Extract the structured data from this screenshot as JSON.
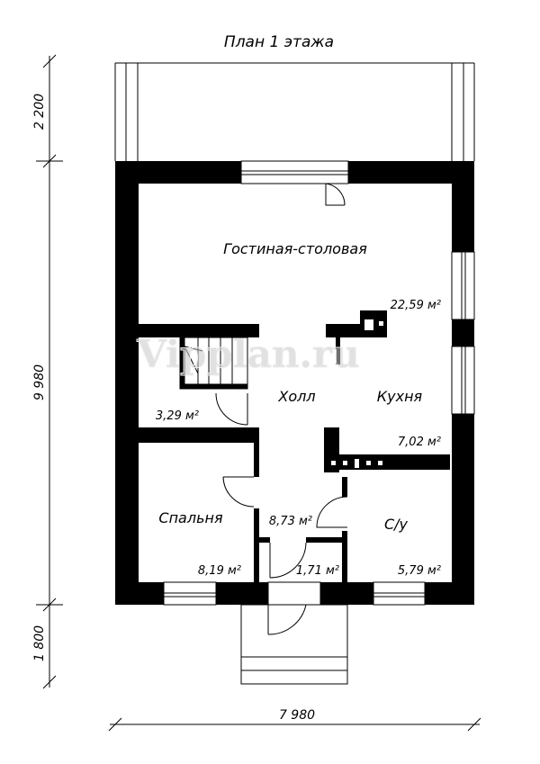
{
  "title": "План 1 этажа",
  "watermark": "Vipplan.ru",
  "rooms": [
    {
      "name": "Гостиная-столовая",
      "area": "22,59 м²"
    },
    {
      "name": "Холл",
      "area": "8,73 м²"
    },
    {
      "name": "Кухня",
      "area": "7,02 м²"
    },
    {
      "name": "Спальня",
      "area": "8,19 м²"
    },
    {
      "name": "С/у",
      "area": "5,79 м²"
    },
    {
      "name": "",
      "area": "3,29 м²"
    },
    {
      "name": "",
      "area": "1,71 м²"
    }
  ],
  "dimensions": {
    "terrace_depth": "2 200",
    "house_depth": "9 980",
    "porch_depth": "1 800",
    "house_width": "7 980"
  },
  "colors": {
    "wall": "#000000",
    "line": "#000000",
    "background": "#ffffff"
  }
}
